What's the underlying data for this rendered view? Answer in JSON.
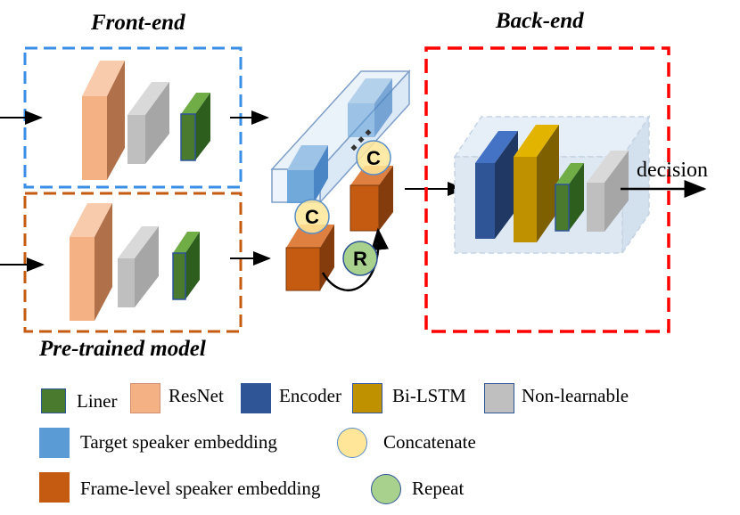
{
  "titles": {
    "front_end": "Front-end",
    "back_end": "Back-end",
    "pretrained": "Pre-trained model"
  },
  "ops": {
    "concat_symbol": "C",
    "repeat_symbol": "R"
  },
  "output_label": "decision",
  "legend": [
    {
      "id": "liner",
      "label": "Liner",
      "color": "#4a7a2e",
      "shape": "square"
    },
    {
      "id": "resnet",
      "label": "ResNet",
      "color": "#f4b183",
      "shape": "square"
    },
    {
      "id": "encoder",
      "label": "Encoder",
      "color": "#2f5597",
      "shape": "square"
    },
    {
      "id": "bilstm",
      "label": "Bi-LSTM",
      "color": "#bf9000",
      "shape": "square"
    },
    {
      "id": "nonlearnable",
      "label": "Non-learnable",
      "color": "#bfbfbf",
      "shape": "square"
    },
    {
      "id": "target",
      "label": "Target speaker embedding",
      "color": "#5b9bd5",
      "shape": "square"
    },
    {
      "id": "concatenate",
      "label": "Concatenate",
      "color": "#ffe699",
      "shape": "circle"
    },
    {
      "id": "frame",
      "label": "Frame-level speaker embedding",
      "color": "#c55a11",
      "shape": "square"
    },
    {
      "id": "repeat",
      "label": "Repeat",
      "color": "#a9d18e",
      "shape": "circle"
    }
  ]
}
